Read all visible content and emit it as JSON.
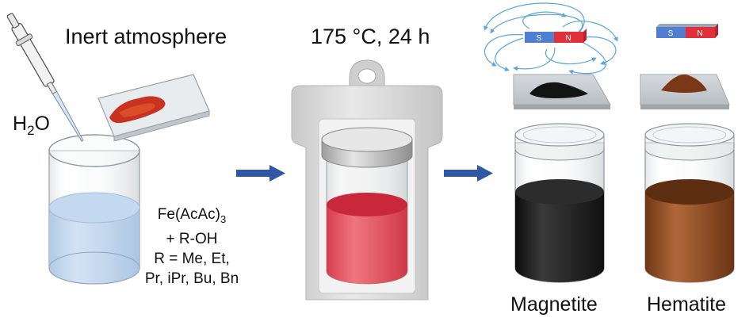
{
  "steps": {
    "step1_title": "Inert atmosphere",
    "step2_title": "175 °C, 24 h"
  },
  "reagents": {
    "water_main": "H",
    "water_sub": "2",
    "water_tail": "O",
    "line1_main": "Fe(AcAc)",
    "line1_sub": "3",
    "line2": "+ R-OH",
    "line3": "R = Me, Et,",
    "line4": "Pr, iPr, Bu, Bn"
  },
  "products": {
    "left": "Magnetite",
    "right": "Hematite"
  },
  "magnets": {
    "left_pole_s": "S",
    "left_pole_n": "N",
    "right_pole_s": "S",
    "right_pole_n": "N"
  },
  "colors": {
    "arrow": "#2f57a3",
    "water": "#b9d3ee",
    "red_powder": "#c8321e",
    "red_solution": "#e0475a",
    "magnetite": "#1e1e1e",
    "hematite": "#8a4a22",
    "magnet_s": "#4f7fd0",
    "magnet_n": "#e0313a",
    "field_lines": "#5aa6d8"
  }
}
